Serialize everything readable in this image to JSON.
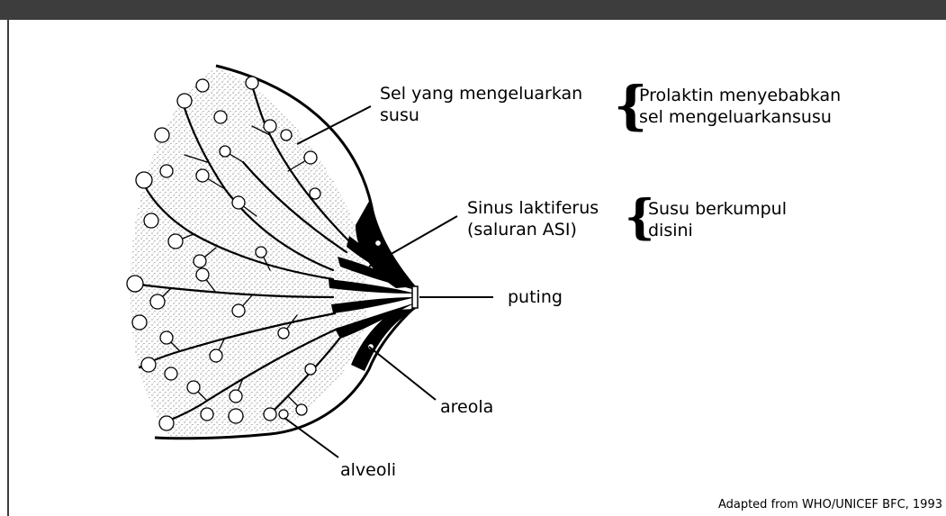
{
  "labels": {
    "secretory_cells": [
      "Sel yang mengeluarkan",
      "susu"
    ],
    "prolactin_note": [
      "Prolaktin menyebabkan",
      "sel mengeluarkansusu"
    ],
    "lactiferous_sinus": [
      "Sinus laktiferus",
      "(saluran ASI)"
    ],
    "milk_collects_note": [
      "Susu berkumpul",
      "disini"
    ],
    "nipple": "puting",
    "areola": "areola",
    "alveoli": "alveoli"
  },
  "credit": "Adapted from WHO/UNICEF BFC, 1993",
  "colors": {
    "frame": "#3d3d3d",
    "ink": "#000000"
  }
}
